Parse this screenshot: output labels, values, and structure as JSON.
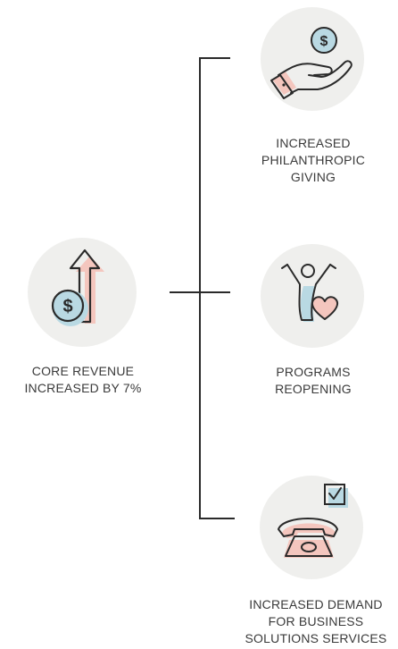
{
  "colors": {
    "circle_bg": "#efefed",
    "blue": "#b9d9e3",
    "pink": "#f4c6be",
    "stroke": "#2a2a2a",
    "connector": "#2a2a2a"
  },
  "source": {
    "icon": "dollar-up-arrow-icon",
    "label_lines": [
      "CORE REVENUE",
      "INCREASED BY 7%"
    ]
  },
  "branches": [
    {
      "icon": "hand-holding-dollar-icon",
      "label_lines": [
        "INCREASED",
        "PHILANTHROPIC",
        "GIVING"
      ]
    },
    {
      "icon": "person-with-heart-icon",
      "label_lines": [
        "PROGRAMS",
        "REOPENING"
      ]
    },
    {
      "icon": "telephone-checkbox-icon",
      "label_lines": [
        "INCREASED DEMAND",
        "FOR BUSINESS",
        "SOLUTIONS SERVICES"
      ]
    }
  ]
}
